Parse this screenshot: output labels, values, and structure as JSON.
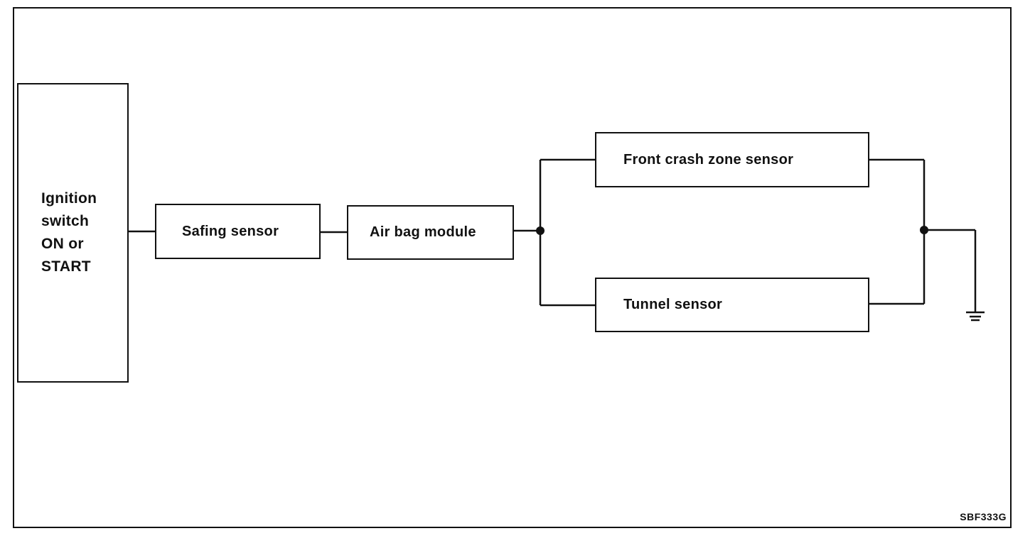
{
  "diagram": {
    "ignition_label": "Ignition\nswitch\nON or\nSTART",
    "safing_label": "Safing sensor",
    "airbag_label": "Air bag module",
    "front_label": "Front crash zone sensor",
    "tunnel_label": "Tunnel sensor",
    "code": "SBF333G"
  },
  "colors": {
    "line": "#111111",
    "background": "#ffffff"
  },
  "icons": {
    "ground": "ground-icon"
  }
}
